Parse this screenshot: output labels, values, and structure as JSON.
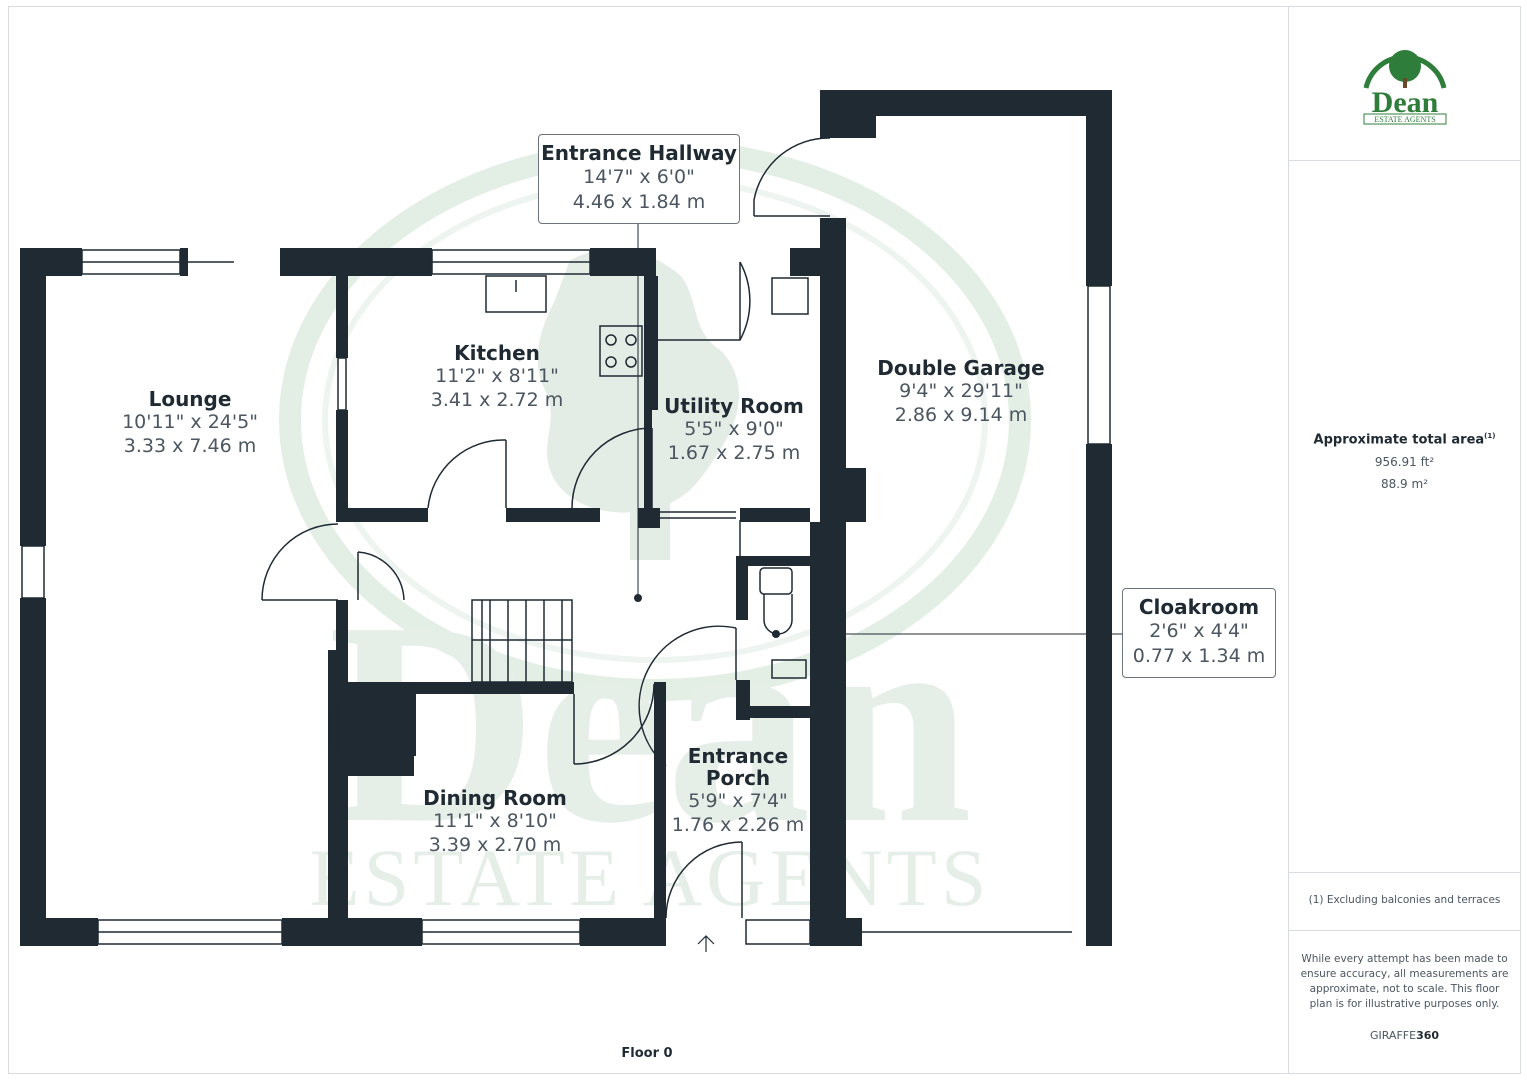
{
  "rooms": {
    "lounge": {
      "name": "Lounge",
      "imperial": "10'11\" x 24'5\"",
      "metric": "3.33 x 7.46 m"
    },
    "kitchen": {
      "name": "Kitchen",
      "imperial": "11'2\" x 8'11\"",
      "metric": "3.41 x 2.72 m"
    },
    "utility": {
      "name": "Utility Room",
      "imperial": "5'5\" x 9'0\"",
      "metric": "1.67 x 2.75 m"
    },
    "garage": {
      "name": "Double Garage",
      "imperial": "9'4\" x 29'11\"",
      "metric": "2.86 x 9.14 m"
    },
    "dining": {
      "name": "Dining Room",
      "imperial": "11'1\" x 8'10\"",
      "metric": "3.39 x 2.70 m"
    },
    "porch": {
      "name_line1": "Entrance",
      "name_line2": "Porch",
      "imperial": "5'9\" x 7'4\"",
      "metric": "1.76 x 2.26 m"
    },
    "hallway": {
      "name": "Entrance Hallway",
      "imperial": "14'7\" x 6'0\"",
      "metric": "4.46 x 1.84 m"
    },
    "cloakroom": {
      "name": "Cloakroom",
      "imperial": "2'6\" x 4'4\"",
      "metric": "0.77 x 1.34 m"
    }
  },
  "watermark": {
    "name": "Dean",
    "sub": "ESTATE AGENTS"
  },
  "logo": {
    "name": "Dean",
    "sub": "ESTATE AGENTS"
  },
  "sidebar": {
    "area_title": "Approximate total area",
    "area_note_mark": "(1)",
    "area_sqft": "956.91 ft²",
    "area_sqm": "88.9 m²",
    "footnote": "(1) Excluding balconies and terraces",
    "disclaimer_lines": [
      "While every attempt has been made to",
      "ensure accuracy, all measurements are",
      "approximate, not to scale. This floor",
      "plan is for illustrative purposes only."
    ],
    "brand_prefix": "GIRAFFE",
    "brand_suffix": "360"
  },
  "floor_label": "Floor 0",
  "colors": {
    "wall": "#1f2a33",
    "watermark": "#e6efe8",
    "accent_green": "#2f7d3b"
  }
}
